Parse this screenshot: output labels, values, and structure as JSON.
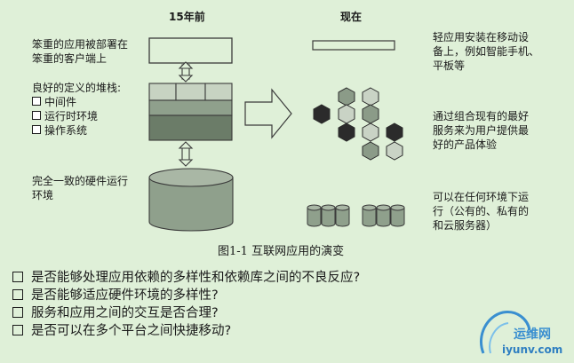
{
  "diagram": {
    "left_header": "15年前",
    "right_header": "现在",
    "left_labels": {
      "heavy_app": [
        "笨重的应用被部署在",
        "笨重的客户端上"
      ],
      "stack_title": "良好的定义的堆栈:",
      "stack_items": [
        "中间件",
        "运行时环境",
        "操作系统"
      ],
      "hardware": [
        "完全一致的硬件运行",
        "环境"
      ]
    },
    "right_labels": {
      "light_app": [
        "轻应用安装在移动设",
        "备上，例如智能手机、",
        "平板等"
      ],
      "services": [
        "通过组合现有的最好",
        "服务来为用户提供最",
        "好的产品体验"
      ],
      "anywhere": [
        "可以在任何环境下运",
        "行（公有的、私有的",
        "和云服务器）"
      ]
    },
    "caption": "图1-1    互联网应用的演变"
  },
  "questions": [
    "是否能够处理应用依赖的多样性和依赖库之间的不良反应?",
    "是否能够适应硬件环境的多样性?",
    "服务和应用之间的交互是否合理?",
    "是否可以在多个平台之间快捷移动?"
  ],
  "watermark": {
    "name": "运维网",
    "url": "iyunv.com"
  },
  "colors": {
    "background": "#dff0d8",
    "stack_light": "#c7d3c2",
    "stack_mid": "#8fa08c",
    "stack_dark": "#6b7c68",
    "hex_dark": "#2b2b2b",
    "hex_mid": "#8b9b88",
    "hex_light": "#c9d3c5"
  }
}
